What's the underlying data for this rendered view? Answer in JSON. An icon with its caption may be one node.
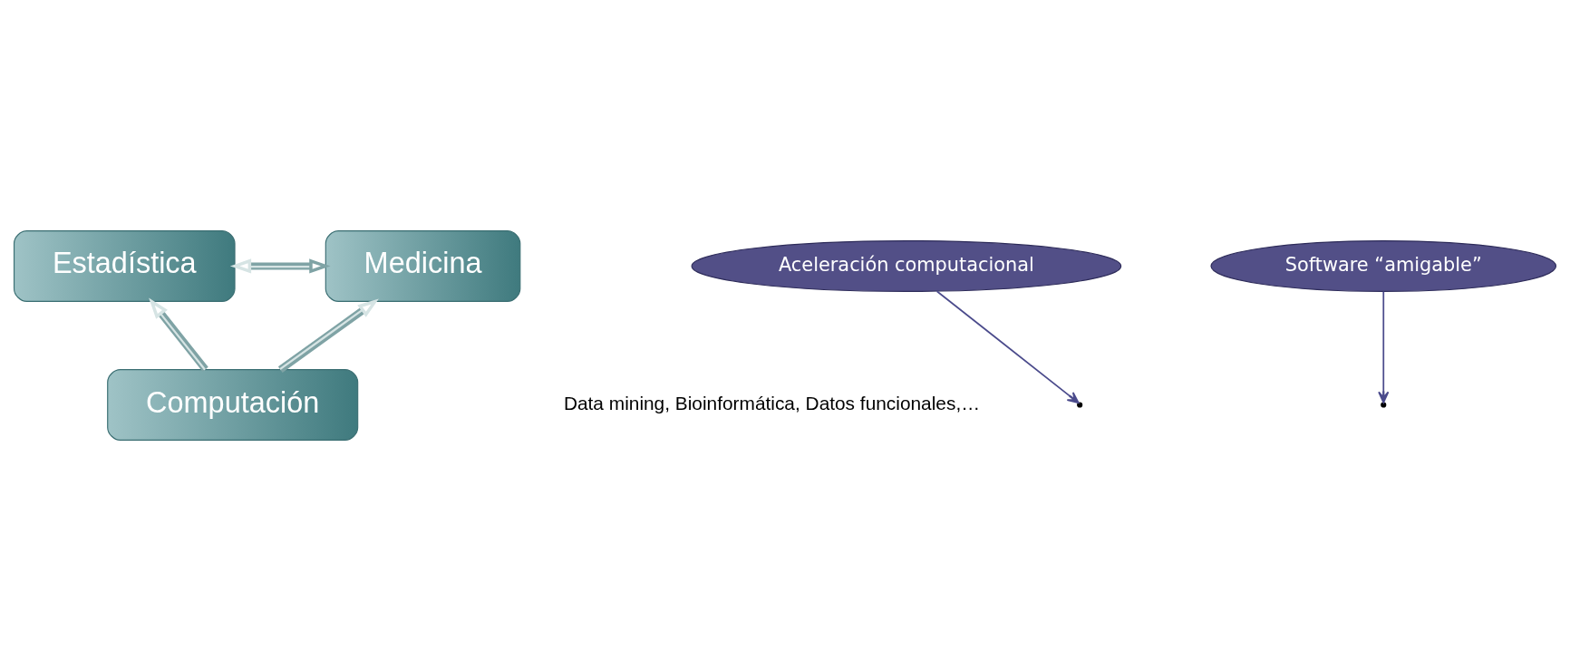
{
  "diagram": {
    "nodes": [
      {
        "text": [
          "Estadística"
        ]
      },
      {
        "text": [
          "Medicina"
        ]
      },
      {
        "text": [
          "Computación"
        ]
      },
      {
        "text": [
          "Aceleración computacional"
        ]
      },
      {
        "text": [
          "Software “amigable”"
        ]
      }
    ],
    "edges": [
      {
        "from": 0,
        "to": 1,
        "arrow": "both"
      },
      {
        "from": 2,
        "to": 0,
        "arrow": "to"
      },
      {
        "from": 2,
        "to": 1,
        "arrow": "to"
      },
      {
        "from": 3,
        "to": null,
        "arrow": "to",
        "color": "#4b4b8c"
      },
      {
        "from": 4,
        "to": null,
        "arrow": "to",
        "color": "#4b4b8c"
      }
    ],
    "labels": [
      "Data mining, Bioinformática, Datos funcionales,…"
    ]
  }
}
